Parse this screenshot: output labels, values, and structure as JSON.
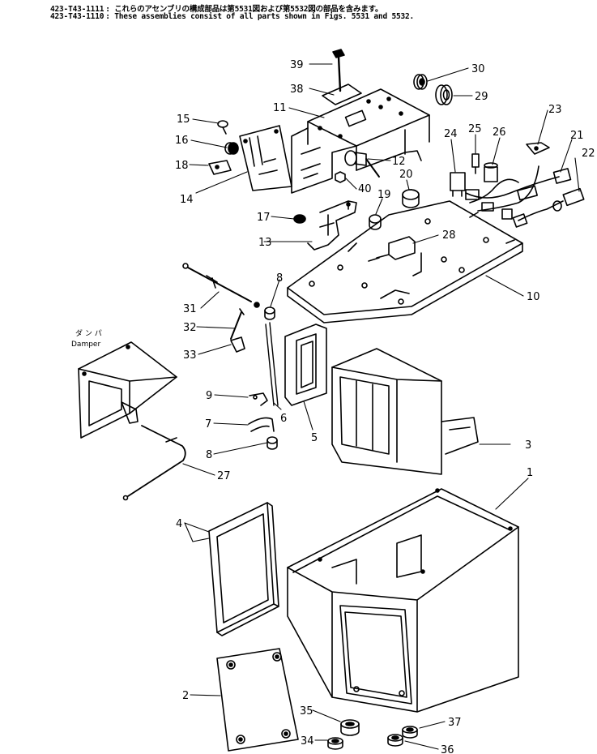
{
  "header": {
    "line1_code": "423-T43-1111",
    "line1_text": ": これらのアセンブリの構成部品は第5531図および第5532図の部品を含みます。",
    "line2_code": "423-T43-1110",
    "line2_text": ": These assemblies consist of all parts shown in Figs. 5531 and 5532."
  },
  "damper_label_jp": "ダ ン パ",
  "damper_label_en": "Damper",
  "callouts": [
    "39",
    "30",
    "38",
    "29",
    "11",
    "23",
    "15",
    "24",
    "25",
    "26",
    "21",
    "16",
    "22",
    "18",
    "12",
    "20",
    "40",
    "14",
    "19",
    "17",
    "28",
    "13",
    "8",
    "10",
    "31",
    "32",
    "33",
    "9",
    "6",
    "7",
    "5",
    "3",
    "8",
    "27",
    "1",
    "4",
    "2",
    "35",
    "37",
    "34",
    "36"
  ]
}
